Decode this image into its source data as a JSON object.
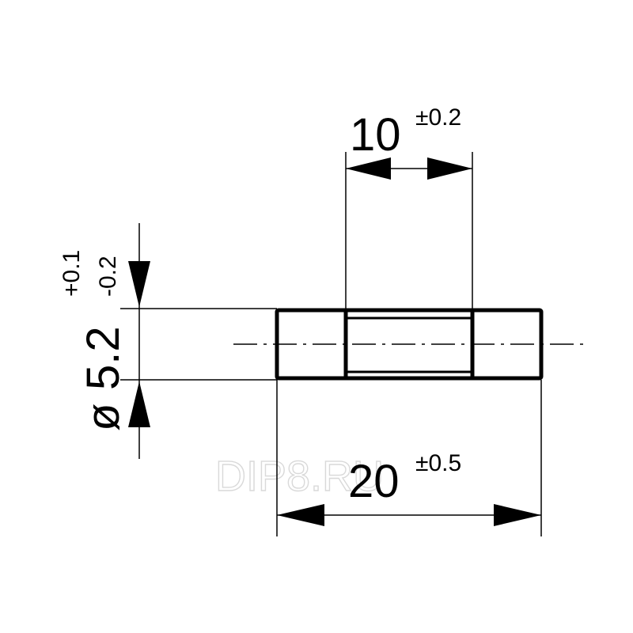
{
  "drawing": {
    "dim_top": {
      "value": "10",
      "tolerance": "±0.2"
    },
    "dim_bottom": {
      "value": "20",
      "tolerance": "±0.5"
    },
    "dim_diameter": {
      "symbol": "ø",
      "value": "5.2",
      "tol_plus": "+0.1",
      "tol_minus": "-0.2"
    },
    "watermark": "DIP8.RU",
    "colors": {
      "line": "#000000",
      "watermark": "#d9d9d9",
      "background": "#ffffff"
    }
  }
}
